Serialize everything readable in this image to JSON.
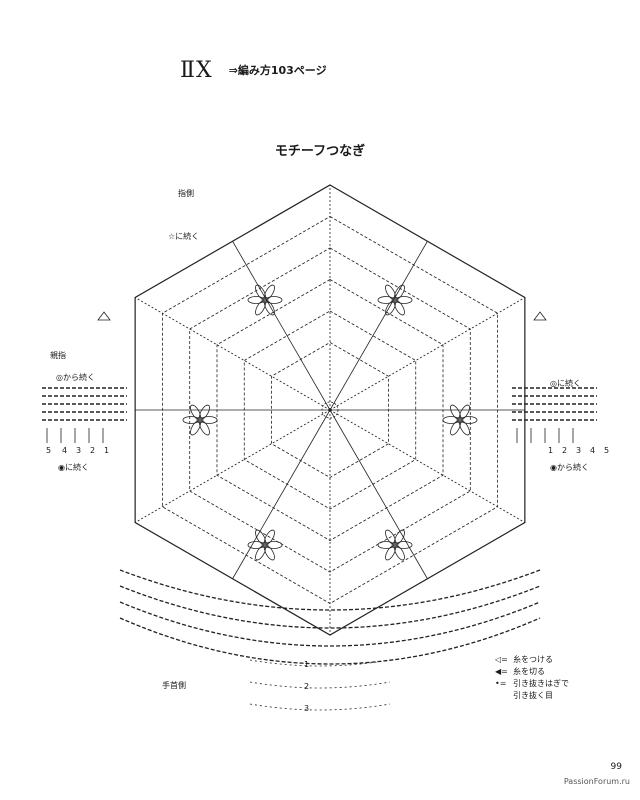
{
  "header": {
    "title_mark": "ⅡⅩ",
    "ref": "⇒編み方103ページ"
  },
  "section_title": "モチーフつなぎ",
  "labels": {
    "finger_side": "指側",
    "thumb": "親指",
    "wrist_side": "手首側",
    "star_continue_left": "☆に続く",
    "circle_from_left": "◎から続く",
    "dot_continue_left": "◉に続く",
    "circle_continue_right": "◎に続く",
    "dot_from_right": "◉から続く"
  },
  "row_numbers_left": [
    "5",
    "4",
    "3",
    "2",
    "1"
  ],
  "row_numbers_right": [
    "1",
    "2",
    "3",
    "4",
    "5"
  ],
  "row_numbers_bottom": [
    "1",
    "2",
    "3"
  ],
  "legend": [
    {
      "symbol": "◁=",
      "text": "糸をつける"
    },
    {
      "symbol": "◀=",
      "text": "糸を切る"
    },
    {
      "symbol": "•=",
      "text": "引き抜きはぎで"
    },
    {
      "symbol": "",
      "text": "引き抜く目"
    }
  ],
  "page_number": "99",
  "watermark": "PassionForum.ru"
}
